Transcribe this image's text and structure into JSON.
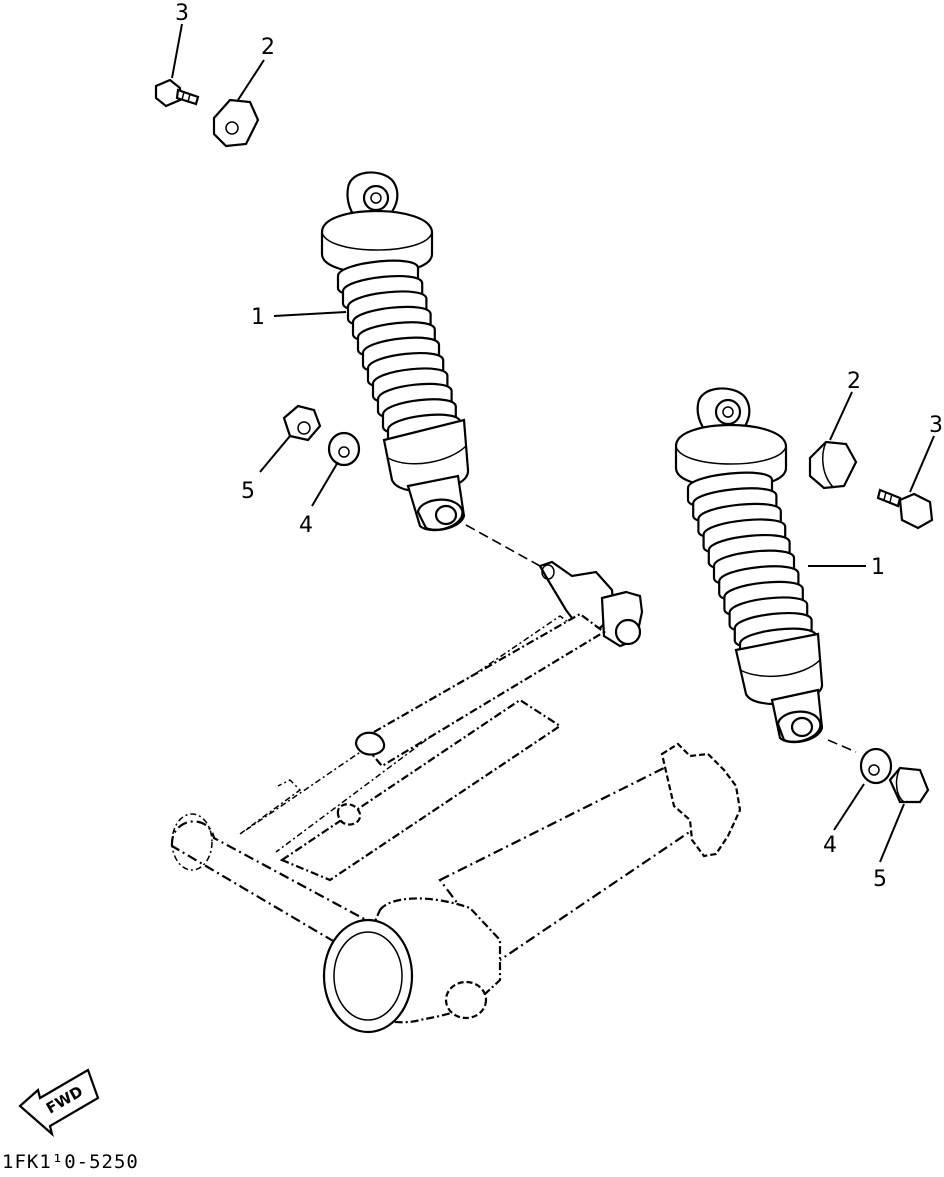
{
  "callouts": [
    {
      "id": "c3a",
      "label": "3"
    },
    {
      "id": "c2a",
      "label": "2"
    },
    {
      "id": "c1a",
      "label": "1"
    },
    {
      "id": "c5a",
      "label": "5"
    },
    {
      "id": "c4a",
      "label": "4"
    },
    {
      "id": "c2b",
      "label": "2"
    },
    {
      "id": "c3b",
      "label": "3"
    },
    {
      "id": "c1b",
      "label": "1"
    },
    {
      "id": "c4b",
      "label": "4"
    },
    {
      "id": "c5b",
      "label": "5"
    }
  ],
  "fwd_label": "FWD",
  "drawing_code": "1FK1¹0-5250"
}
